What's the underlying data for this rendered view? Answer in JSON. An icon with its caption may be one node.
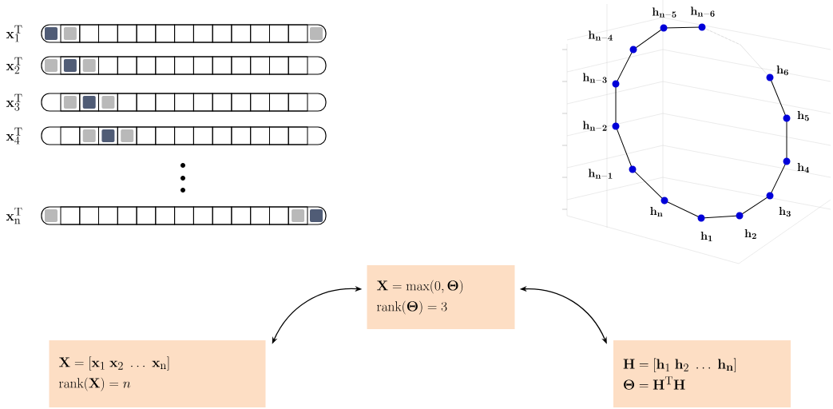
{
  "diagram": {
    "nodes": [
      {
        "text": [
          "\\mathbf{X} = [\\mathbf{x}_1\\;\\mathbf{x}_2\\;\\ldots\\;\\mathbf{x}_\\mathrm{n}]",
          "\\mathrm{rank}(\\mathbf{X}) = n"
        ]
      },
      {
        "text": [
          "\\mathbf{X} = \\max(0,\\mathbf{\\Theta})",
          "\\mathrm{rank}(\\mathbf{\\Theta}) = 3"
        ]
      },
      {
        "text": [
          "\\mathbf{H} = [\\mathbf{h}_1\\;\\mathbf{h}_2\\;\\ldots\\;\\mathbf{h}_\\mathbf{n}]",
          "\\mathbf{\\Theta} = \\mathbf{H}^\\mathrm{T}\\mathbf{H}"
        ]
      }
    ],
    "edges": [
      {
        "from": 1,
        "to": 0,
        "arrow": "both"
      },
      {
        "from": 1,
        "to": 2,
        "arrow": "both"
      }
    ],
    "labels": [
      "\\mathbf{x}_1^\\mathrm{T}",
      "\\mathbf{x}_2^\\mathrm{T}",
      "\\mathbf{x}_3^\\mathrm{T}",
      "\\mathbf{x}_4^\\mathrm{T}",
      "\\mathbf{x}_\\mathrm{n}^\\mathrm{T}",
      "\\mathbf{h}_\\mathbf{n-5}",
      "\\mathbf{h}_\\mathbf{n-6}",
      "\\mathbf{h}_\\mathbf{n-4}",
      "\\mathbf{h}_\\mathbf{6}",
      "\\mathbf{h}_\\mathbf{n-3}",
      "\\mathbf{h}_\\mathbf{5}",
      "\\mathbf{h}_\\mathbf{n-2}",
      "\\mathbf{h}_\\mathbf{4}",
      "\\mathbf{h}_\\mathbf{n-1}",
      "\\mathbf{h}_\\mathbf{3}",
      "\\mathbf{h}_\\mathbf{n}",
      "\\mathbf{h}_\\mathbf{1}",
      "\\mathbf{h}_\\mathbf{2}"
    ]
  }
}
